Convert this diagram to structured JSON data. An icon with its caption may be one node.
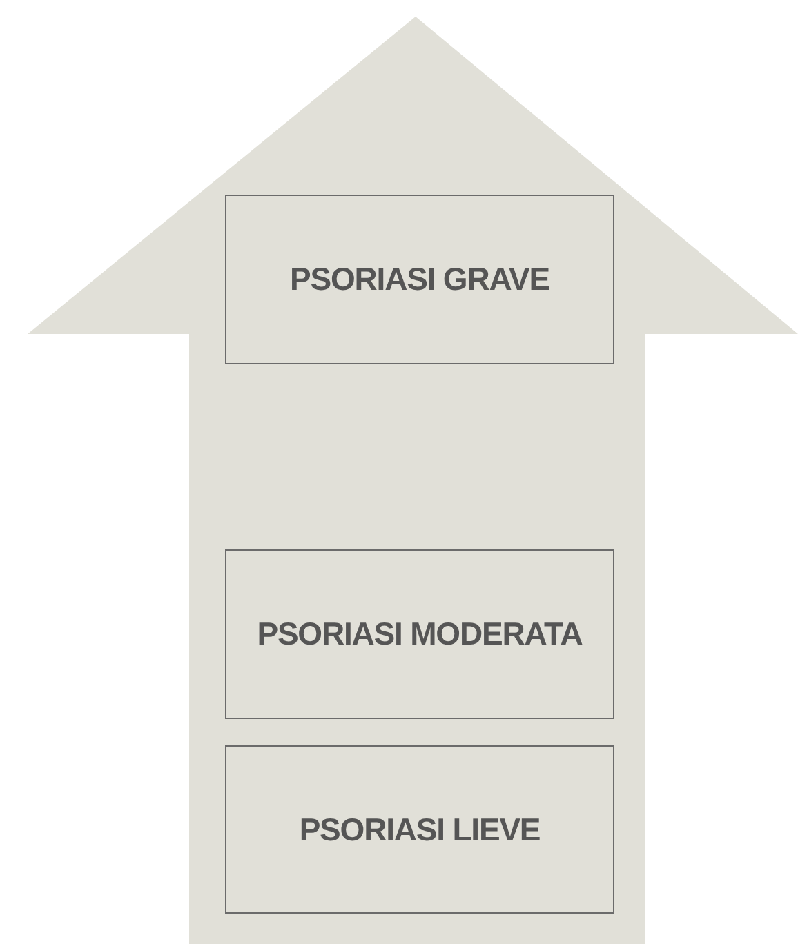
{
  "diagram": {
    "nodes": [
      {
        "text": [],
        "shape": "arrow"
      },
      {
        "text": [
          "PSORIASI GRAVE"
        ],
        "in": 0
      },
      {
        "text": [
          "PSORIASI MODERATA"
        ],
        "in": 0
      },
      {
        "text": [
          "PSORIASI LIEVE"
        ],
        "in": 0
      }
    ]
  }
}
